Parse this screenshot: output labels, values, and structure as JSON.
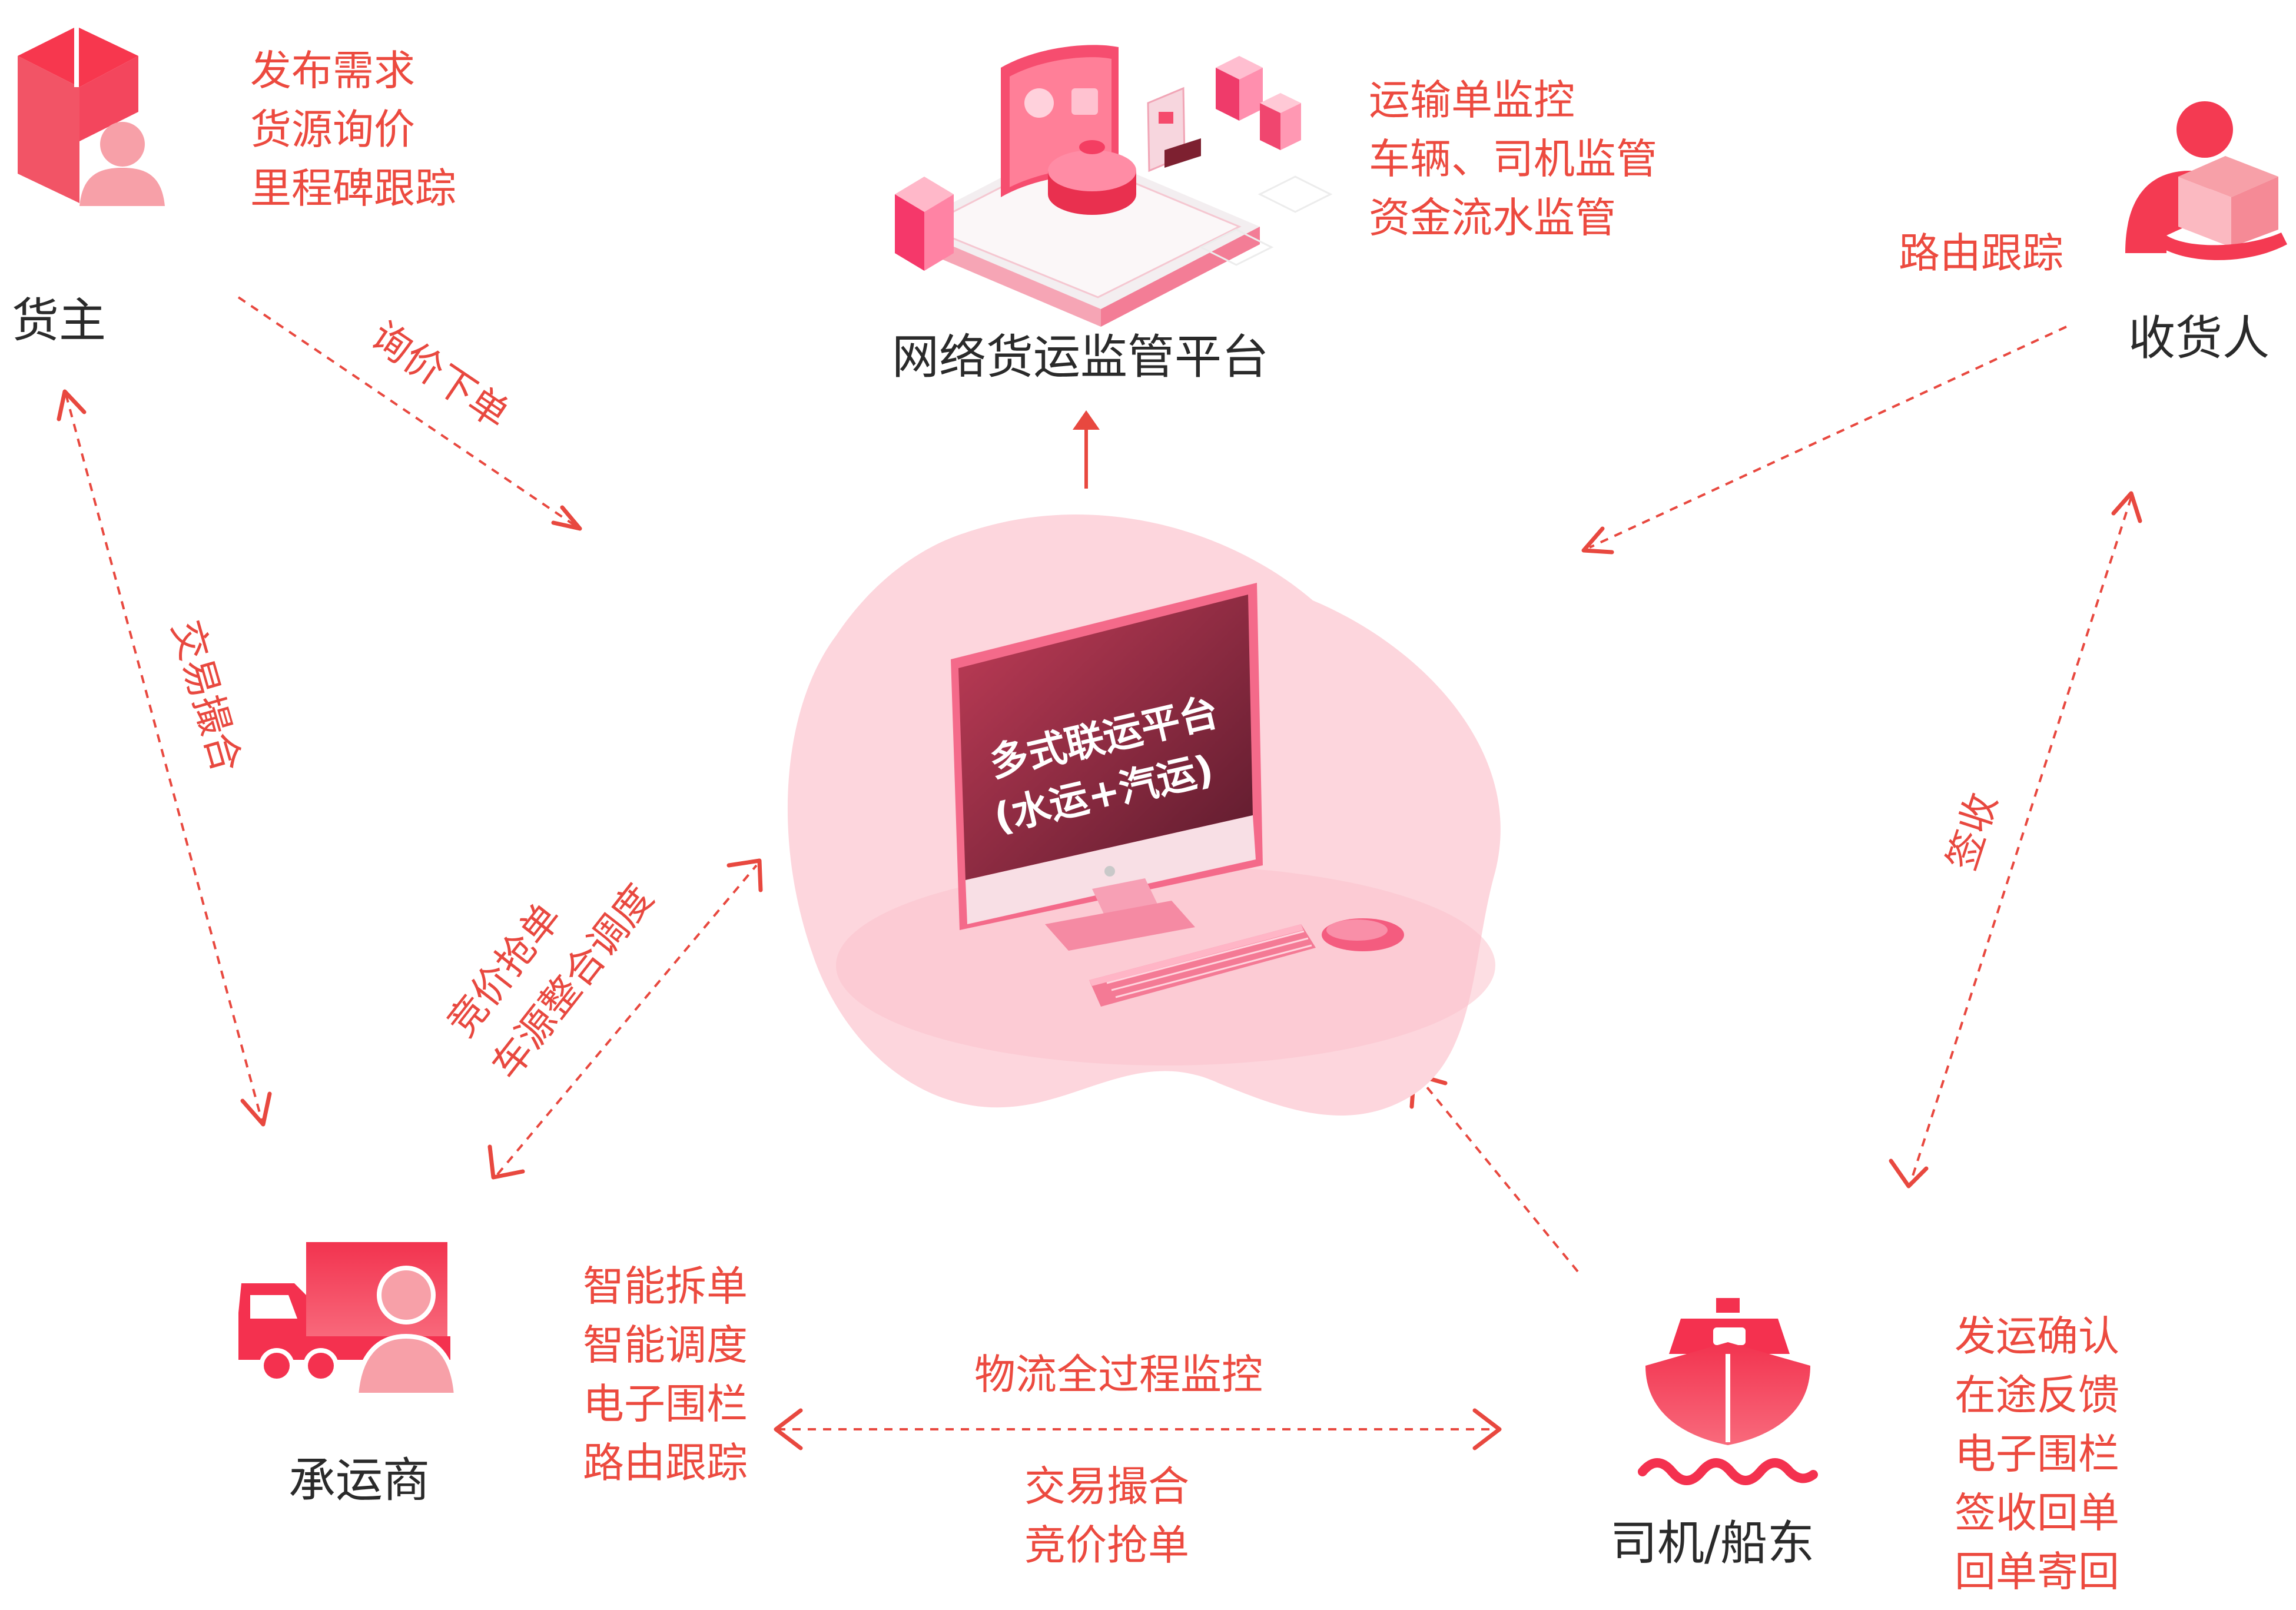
{
  "nodes": {
    "shipper": {
      "label": "货主",
      "features": [
        "发布需求",
        "货源询价",
        "里程碑跟踪"
      ],
      "icon": "shipper-box-person-icon"
    },
    "regulator": {
      "label": "网络货运监管平台",
      "features": [
        "运输单监控",
        "车辆、司机监管",
        "资金流水监管"
      ],
      "icon": "regulator-platform-illustration"
    },
    "consignee": {
      "label": "收货人",
      "features": [
        "路由跟踪"
      ],
      "icon": "consignee-person-box-icon"
    },
    "carrier": {
      "label": "承运商",
      "features": [
        "智能拆单",
        "智能调度",
        "电子围栏",
        "路由跟踪"
      ],
      "icon": "carrier-truck-person-icon"
    },
    "driver": {
      "label": "司机/船东",
      "features": [
        "发运确认",
        "在途反馈",
        "电子围栏",
        "签收回单",
        "回单寄回"
      ],
      "icon": "ship-icon"
    },
    "center": {
      "screen_lines": [
        "多式联运平台",
        "(水运+汽运)"
      ],
      "icon": "computer-illustration"
    }
  },
  "edges": {
    "shipper_to_center": "询价下单",
    "shipper_carrier": "交易撮合",
    "carrier_center": [
      "竞价抢单",
      "车源整合调度"
    ],
    "consignee_driver": "签收",
    "carrier_driver_top": "物流全过程监控",
    "carrier_driver_bottom": [
      "交易撮合",
      "竞价抢单"
    ]
  },
  "colors": {
    "accent": "#ec4a3f",
    "accent_light": "#f7a0a8",
    "blob": "#fdd6dd",
    "text_dark": "#2a2a2a"
  }
}
